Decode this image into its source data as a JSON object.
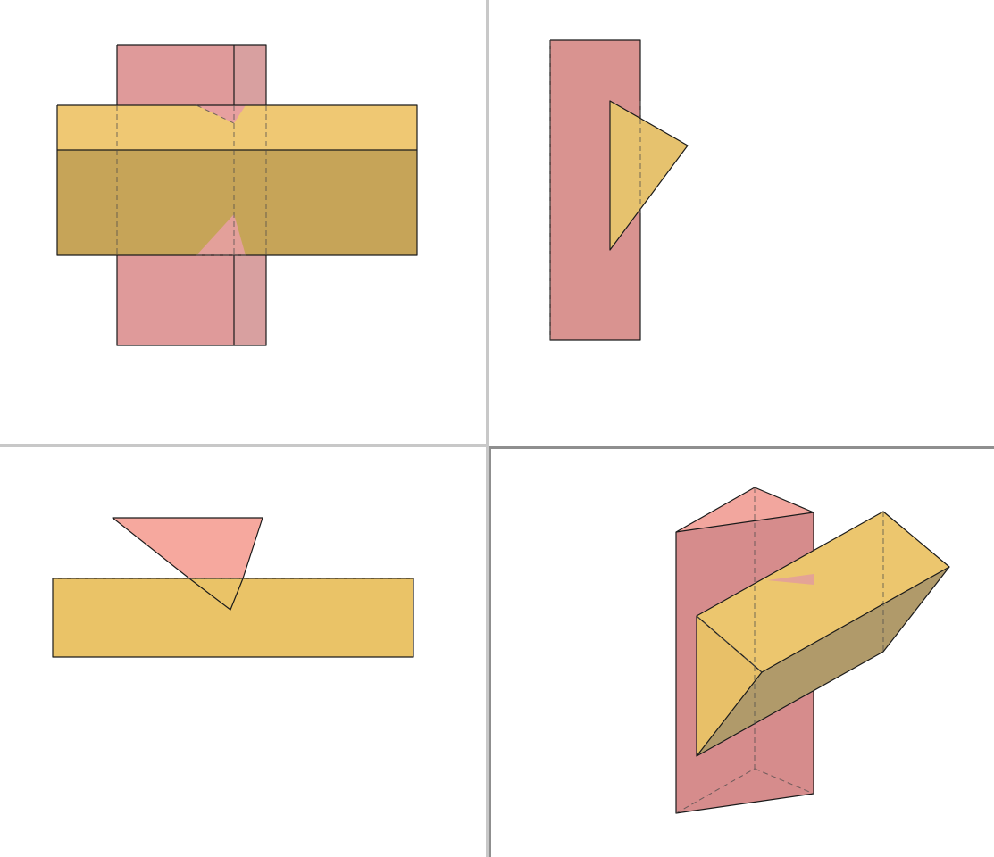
{
  "views": [
    {
      "id": "front",
      "name": "front-view"
    },
    {
      "id": "side",
      "name": "side-view"
    },
    {
      "id": "top",
      "name": "top-view"
    },
    {
      "id": "iso",
      "name": "3d-view"
    }
  ],
  "colors": {
    "background": "#ffffff",
    "divider": "#c8c8c8",
    "active_border": "#9a9a9a",
    "pink_prism": "#d68a8a",
    "pink_prism_light": "#e29c9c",
    "pink_top": "#f4a79f",
    "yellow_prism": "#ecc66e",
    "yellow_shadow": "#c6a458",
    "yellow_3d_dark": "#b09a6a",
    "edge": "#1a1a1a"
  }
}
